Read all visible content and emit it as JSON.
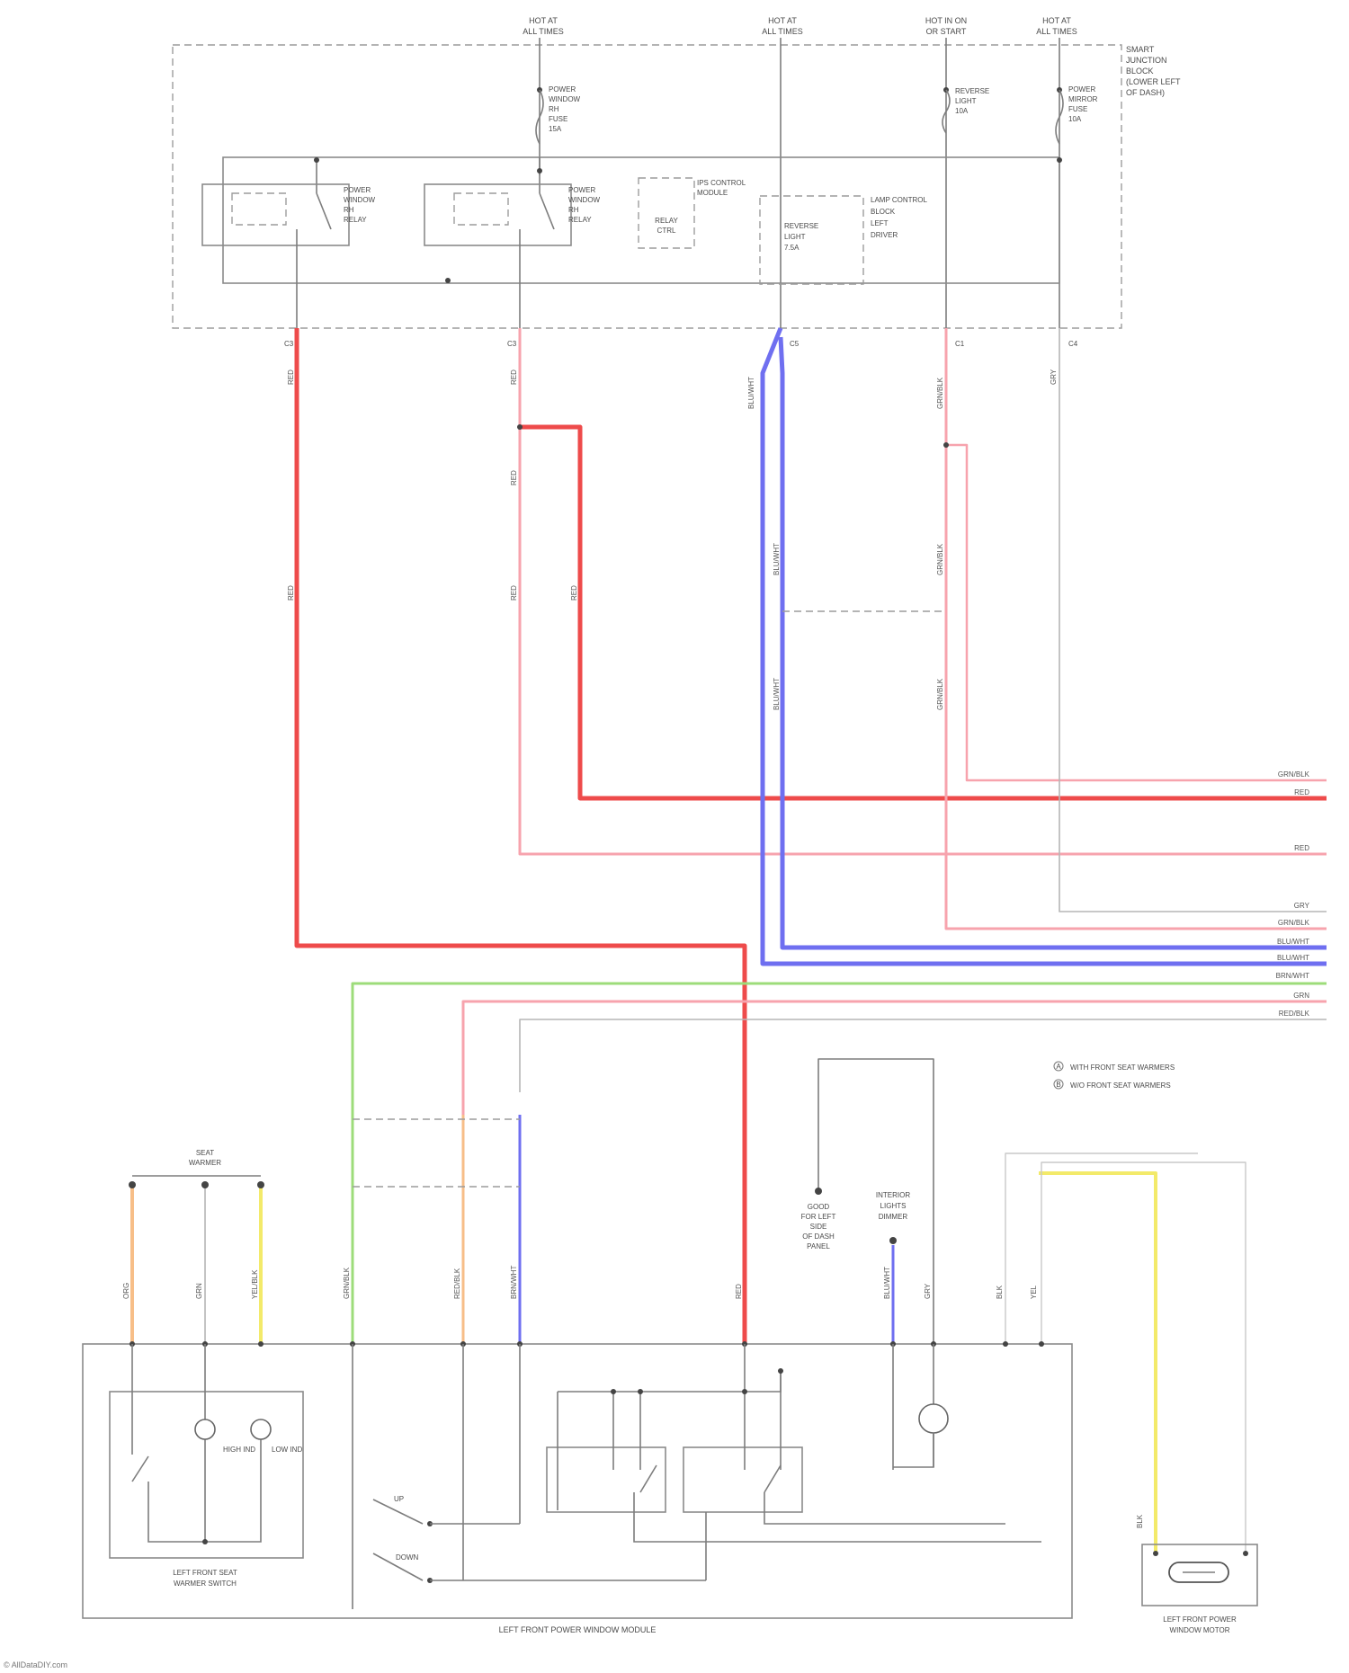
{
  "power_sources": [
    {
      "top": "HOT AT",
      "bottom": "ALL TIMES"
    },
    {
      "top": "HOT AT",
      "bottom": "ALL TIMES"
    },
    {
      "top": "HOT IN ON",
      "bottom": "OR START"
    },
    {
      "top": "HOT AT",
      "bottom": "ALL TIMES"
    }
  ],
  "fuses": [
    {
      "id": "fuse-1",
      "lines": [
        "POWER",
        "WINDOW",
        "RH",
        "FUSE",
        "15A"
      ]
    },
    {
      "id": "fuse-2",
      "lines": [
        "REVERSE",
        "LIGHT",
        "10A"
      ]
    },
    {
      "id": "fuse-3",
      "lines": [
        "POWER",
        "MIRROR",
        "FUSE",
        "10A"
      ]
    }
  ],
  "box_title_lines": [
    "SMART",
    "JUNCTION",
    "BLOCK",
    "(LOWER LEFT",
    "OF DASH)"
  ],
  "relays": [
    {
      "id": "relay-left",
      "lines": [
        "POWER",
        "WINDOW",
        "RH",
        "RELAY"
      ]
    },
    {
      "id": "relay-right",
      "lines": [
        "POWER",
        "WINDOW",
        "RH",
        "RELAY"
      ]
    }
  ],
  "module": {
    "title": "IPS CONTROL",
    "subtitle": "MODULE",
    "relay_lines": [
      "RELAY",
      "CTRL"
    ]
  },
  "lamp_control": {
    "title_lines": [
      "LAMP CONTROL",
      "BLOCK",
      "LEFT",
      "DRIVER"
    ],
    "inner_lines": [
      "REVERSE",
      "LIGHT",
      "7.5A"
    ]
  },
  "connector_pins": [
    "C3",
    "C3",
    "C5",
    "C1",
    "C4"
  ],
  "wire_colors_top": [
    "RED",
    "RED",
    "BLU/WHT",
    "GRN/BLK",
    "GRY"
  ],
  "wire_colors_mid": [
    "RED",
    "RED",
    "RED",
    "RED",
    "BLU/WHT",
    "BLU/WHT",
    "GRN/BLK",
    "GRN/BLK"
  ],
  "right_labels": [
    {
      "id": "rl-1",
      "text": "GRN/BLK"
    },
    {
      "id": "rl-2",
      "text": "RED"
    },
    {
      "id": "rl-3",
      "text": "RED"
    },
    {
      "id": "rl-4",
      "text": "GRY"
    },
    {
      "id": "rl-5",
      "text": "GRN/BLK"
    },
    {
      "id": "rl-6",
      "text": "BLU/WHT"
    },
    {
      "id": "rl-7",
      "text": "BLU/WHT"
    },
    {
      "id": "rl-8",
      "text": "BRN/WHT"
    },
    {
      "id": "rl-9",
      "text": "GRN"
    },
    {
      "id": "rl-10",
      "text": "RED/BLK"
    }
  ],
  "legend": [
    {
      "mark": "A",
      "text": "WITH FRONT SEAT WARMERS"
    },
    {
      "mark": "B",
      "text": "W/O FRONT SEAT WARMERS"
    }
  ],
  "ground_ref_lines": [
    "GOOD",
    "FOR LEFT",
    "SIDE",
    "OF DASH",
    "PANEL"
  ],
  "interior_light_lines": [
    "INTERIOR",
    "LIGHTS",
    "DIMMER"
  ],
  "seat_warmer_top_lines": [
    "SEAT",
    "WARMER"
  ],
  "bottom_wire_labels": [
    "ORG",
    "GRN",
    "YEL/BLK",
    "GRN/BLK",
    "RED/BLK",
    "BRN/WHT",
    "RED",
    "BLU/WHT",
    "GRY",
    "BLK",
    "YEL",
    "BLK"
  ],
  "components": {
    "seat_switch": {
      "lines": [
        "LEFT FRONT SEAT",
        "WARMER SWITCH"
      ],
      "lamp1": "HIGH IND",
      "lamp2": "LOW IND"
    },
    "main_module": {
      "title": "LEFT FRONT POWER WINDOW MODULE",
      "sw1": "UP",
      "sw2": "DOWN"
    },
    "motor": {
      "lines": [
        "LEFT FRONT POWER",
        "WINDOW MOTOR"
      ]
    }
  },
  "footer": "© AllDataDIY.com"
}
